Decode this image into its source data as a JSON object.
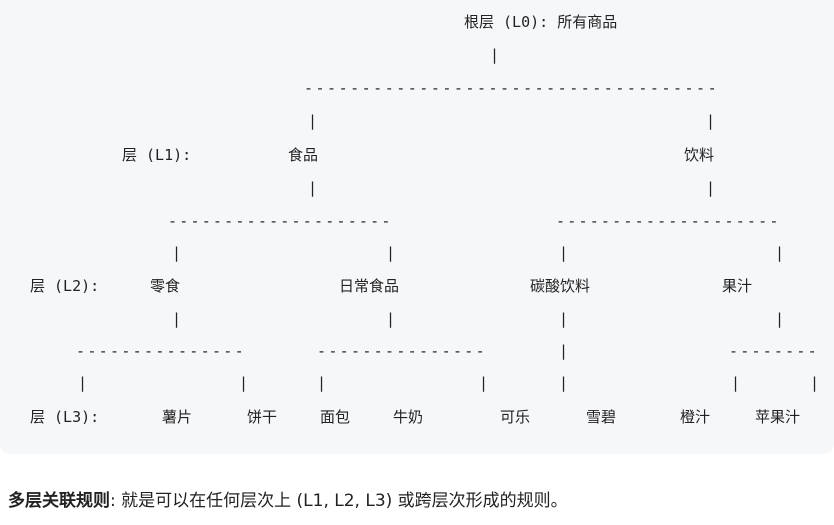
{
  "tree": {
    "root": "根层 (L0): 所有商品",
    "level_label_l1": "层 (L1):",
    "level_label_l2": "层 (L2):",
    "level_label_l3": "层 (L3):",
    "l1": [
      "食品",
      "饮料"
    ],
    "l2": [
      "零食",
      "日常食品",
      "碳酸饮料",
      "果汁"
    ],
    "l3": [
      "薯片",
      "饼干",
      "面包",
      "牛奶",
      "可乐",
      "雪碧",
      "橙汁",
      "苹果汁"
    ],
    "connectors": {
      "bar": "|",
      "rule_top": "------------------------------------",
      "rule_l1_left": "--------------------",
      "rule_l1_right": "--------------------",
      "rule_l2_a": "---------------",
      "rule_l2_b": "---------------",
      "rule_l2_d": "--------"
    }
  },
  "note": {
    "term": "多层关联规则",
    "text": ": 就是可以在任何层次上 (L1, L2, L3) 或跨层次形成的规则。"
  }
}
